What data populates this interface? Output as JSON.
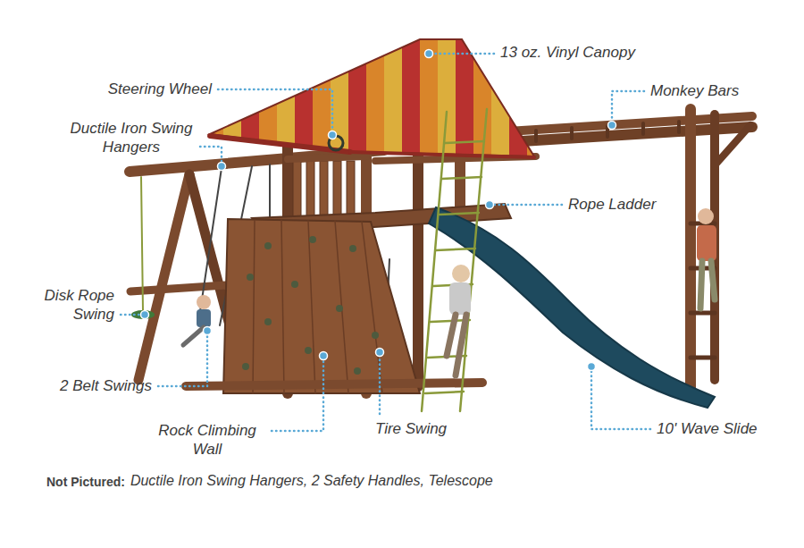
{
  "diagram": {
    "labels": [
      "13 oz. Vinyl Canopy",
      "Steering Wheel",
      "Monkey Bars",
      "Ductile Iron Swing Hangers",
      "Rope Ladder",
      "Disk Rope Swing",
      "2 Belt Swings",
      "Rock Climbing Wall",
      "Tire Swing",
      "10' Wave Slide",
      "Not Pictured:",
      "Ductile Iron Swing Hangers, 2 Safety Handles, Telescope"
    ]
  }
}
